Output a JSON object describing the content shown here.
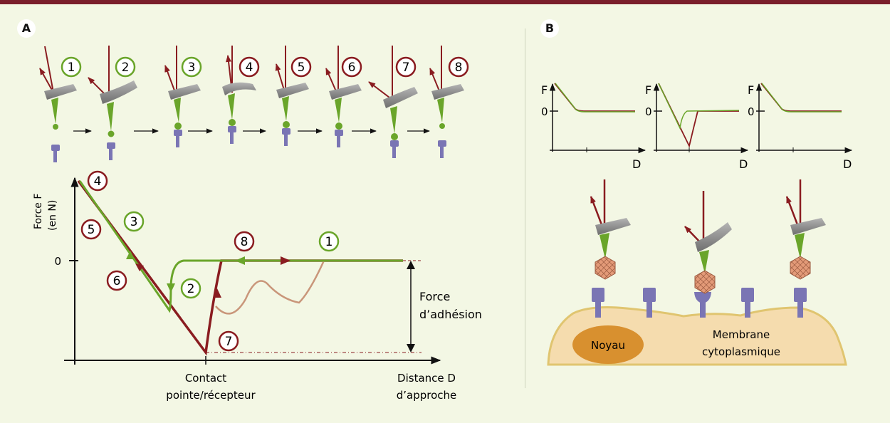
{
  "panels": {
    "a": "A",
    "b": "B"
  },
  "steps": [
    "1",
    "2",
    "3",
    "4",
    "5",
    "6",
    "7",
    "8"
  ],
  "graph_a": {
    "ylabel_line1": "Force F",
    "ylabel_line2": "(en N)",
    "zero": "0",
    "contact_line1": "Contact",
    "contact_line2": "pointe/récepteur",
    "distance_line1": "Distance D",
    "distance_line2": "d’approche",
    "adhesion_line1": "Force",
    "adhesion_line2": "d’adhésion"
  },
  "mini_graphs": {
    "f": "F",
    "zero": "0",
    "d": "D"
  },
  "cell": {
    "nucleus": "Noyau",
    "membrane_line1": "Membrane",
    "membrane_line2": "cytoplasmique"
  },
  "colors": {
    "green": "#6aa52a",
    "dark_red": "#8a1c20",
    "light_red": "#c9967a",
    "receptor": "#7a75b4",
    "cantilever": "#8f8f8f",
    "cell": "#f5dcae",
    "membrane": "#e0c570",
    "nucleus": "#d8902f",
    "background": "#f3f7e4",
    "bar": "#7a1f2b"
  }
}
